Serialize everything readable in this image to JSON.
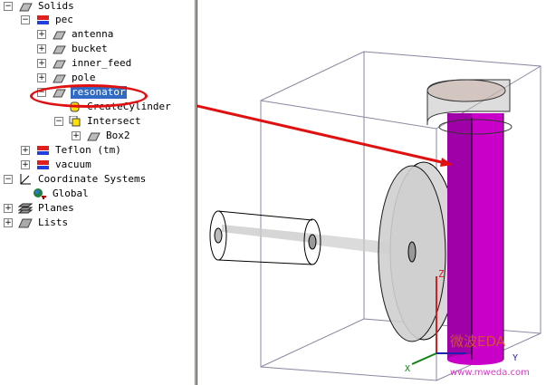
{
  "tree": {
    "solids": "Solids",
    "pec": "pec",
    "antenna": "antenna",
    "bucket": "bucket",
    "inner_feed": "inner_feed",
    "pole": "pole",
    "resonator": "resonator",
    "create_cylinder": "CreateCylinder",
    "intersect": "Intersect",
    "box2": "Box2",
    "teflon": "Teflon (tm)",
    "vacuum": "vacuum",
    "coord": "Coordinate Systems",
    "global": "Global",
    "planes": "Planes",
    "lists": "Lists"
  },
  "viewport": {
    "axis_z": "Z",
    "axis_y": "Y",
    "axis_x": "X",
    "watermark": "微波EDA",
    "watermark_url": "www.mweda.com"
  },
  "colors": {
    "selection": "#316ac5",
    "annotation": "#e01010",
    "resonator": "#c800c8"
  }
}
